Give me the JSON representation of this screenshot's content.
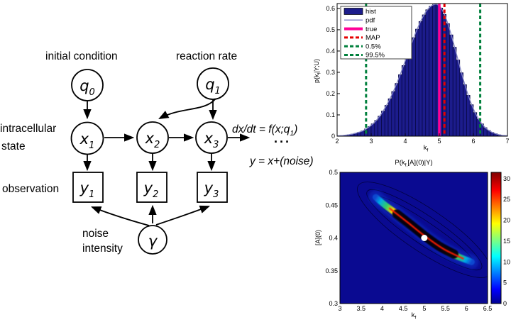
{
  "diagram": {
    "labels": {
      "initial_condition": "initial condition",
      "reaction_rate": "reaction rate",
      "intracellular": "intracellular",
      "state": "state",
      "observation": "observation",
      "noise": "noise",
      "intensity": "intensity",
      "ode_pre": "dx/dt = f(x;q",
      "ode_sub": "1",
      "ode_post": ")",
      "dots": "···",
      "observation_eq": "y = x+(noise)"
    },
    "nodes": [
      {
        "id": "q0",
        "main": "q",
        "sub": "0"
      },
      {
        "id": "q1",
        "main": "q",
        "sub": "1"
      },
      {
        "id": "x1",
        "main": "x",
        "sub": "1"
      },
      {
        "id": "x2",
        "main": "x",
        "sub": "2"
      },
      {
        "id": "x3",
        "main": "x",
        "sub": "3"
      },
      {
        "id": "y1",
        "main": "y",
        "sub": "1"
      },
      {
        "id": "y2",
        "main": "y",
        "sub": "2"
      },
      {
        "id": "y3",
        "main": "y",
        "sub": "3"
      },
      {
        "id": "gamma",
        "main": "γ",
        "sub": ""
      }
    ]
  },
  "chart_data": [
    {
      "type": "bar",
      "name": "marginal-posterior-histogram",
      "xlabel_pre": "k",
      "xlabel_sub": "f",
      "ylabel_pre": "p(k",
      "ylabel_sub": "f",
      "ylabel_post": "|Y;U)",
      "xlim": [
        2,
        7
      ],
      "ylim": [
        0,
        0.623
      ],
      "x_ticks": [
        2,
        3,
        4,
        5,
        6,
        7
      ],
      "x_tick_labels": [
        "2",
        "3",
        "4",
        "5",
        "6",
        "7"
      ],
      "y_ticks": [
        0,
        0.1,
        0.2,
        0.3,
        0.4,
        0.5,
        0.6
      ],
      "y_tick_labels": [
        "0",
        "0.1",
        "0.2",
        "0.3",
        "0.4",
        "0.5",
        "0.6"
      ],
      "bin_start": 2.0,
      "bin_width": 0.1,
      "bar_fill": "#1c1c8c",
      "bar_stroke": "#000030",
      "values": [
        0.002,
        0.003,
        0.005,
        0.007,
        0.01,
        0.014,
        0.019,
        0.025,
        0.034,
        0.045,
        0.058,
        0.074,
        0.094,
        0.118,
        0.145,
        0.176,
        0.21,
        0.248,
        0.289,
        0.332,
        0.376,
        0.42,
        0.463,
        0.503,
        0.539,
        0.57,
        0.594,
        0.61,
        0.619,
        0.618,
        0.602,
        0.572,
        0.529,
        0.476,
        0.418,
        0.358,
        0.298,
        0.242,
        0.192,
        0.148,
        0.111,
        0.081,
        0.058,
        0.04,
        0.027,
        0.018,
        0.012,
        0.007,
        0.004,
        0.003
      ],
      "pdf_color": "#8486c8",
      "vlines": [
        {
          "name": "true",
          "x": 5.0,
          "color": "#ff0096",
          "width": 3.5,
          "dash": ""
        },
        {
          "name": "MAP",
          "x": 5.15,
          "color": "#e60000",
          "width": 3,
          "dash": "5,3.5"
        },
        {
          "name": "quantile-0.5",
          "x": 2.85,
          "color": "#00803c",
          "width": 3,
          "dash": "5,3.5"
        },
        {
          "name": "quantile-99.5",
          "x": 6.2,
          "color": "#00803c",
          "width": 3,
          "dash": "5,3.5"
        }
      ],
      "legend": [
        {
          "label": "hist",
          "type": "fill",
          "color": "#1c1c8c"
        },
        {
          "label": "pdf",
          "type": "line",
          "color": "#8486c8"
        },
        {
          "label": "true",
          "type": "thick",
          "color": "#ff0096"
        },
        {
          "label": "MAP",
          "type": "dashed",
          "color": "#e60000"
        },
        {
          "label": "0.5%",
          "type": "dashed",
          "color": "#00803c"
        },
        {
          "label": "99.5%",
          "type": "dashed",
          "color": "#00803c"
        }
      ]
    },
    {
      "type": "heatmap",
      "name": "joint-posterior-heatmap",
      "title_pre": "P(k",
      "title_sub": "f,",
      "title_post": "[A](0)|Y)",
      "xlabel_pre": "k",
      "xlabel_sub": "f",
      "ylabel": "[A](0)",
      "xlim": [
        3,
        6.5
      ],
      "ylim": [
        0.3,
        0.5
      ],
      "x_ticks": [
        3,
        3.5,
        4,
        4.5,
        5,
        5.5,
        6,
        6.5
      ],
      "x_tick_labels": [
        "3",
        "3.5",
        "4",
        "4.5",
        "5",
        "5.5",
        "6",
        "6.5"
      ],
      "y_ticks": [
        0.3,
        0.35,
        0.4,
        0.45,
        0.5
      ],
      "y_tick_labels": [
        "0.3",
        "0.35",
        "0.4",
        "0.45",
        "0.5"
      ],
      "background": "#0a0a91",
      "map_point": {
        "x": 5.0,
        "y": 0.4
      },
      "ridge": {
        "points": [
          [
            3.85,
            0.462
          ],
          [
            4.05,
            0.451
          ],
          [
            4.3,
            0.439
          ],
          [
            4.55,
            0.4265
          ],
          [
            4.8,
            0.414
          ],
          [
            5.0,
            0.4035
          ],
          [
            5.25,
            0.392
          ],
          [
            5.5,
            0.3815
          ],
          [
            5.8,
            0.3715
          ],
          [
            6.12,
            0.3635
          ]
        ],
        "core_points": [
          [
            4.35,
            0.4365
          ],
          [
            4.7,
            0.419
          ],
          [
            5.0,
            0.4035
          ],
          [
            5.35,
            0.3875
          ],
          [
            5.7,
            0.3755
          ]
        ],
        "line_points": [
          [
            4.18,
            0.445
          ],
          [
            4.6,
            0.424
          ],
          [
            5.0,
            0.4035
          ],
          [
            5.45,
            0.3835
          ],
          [
            5.92,
            0.3685
          ]
        ],
        "glow_color": "#1030c8",
        "core_color": "#000008",
        "line_color": "#ff1c00",
        "gradient": [
          [
            0,
            "#0d47d0"
          ],
          [
            0.05,
            "#00a8e8"
          ],
          [
            0.12,
            "#33cc66"
          ],
          [
            0.19,
            "#ffd900"
          ],
          [
            0.27,
            "#ff7300"
          ],
          [
            0.34,
            "#ff1e00"
          ],
          [
            0.45,
            "#cc0000"
          ],
          [
            0.55,
            "#cc0000"
          ],
          [
            0.66,
            "#ff1e00"
          ],
          [
            0.73,
            "#ff7300"
          ],
          [
            0.81,
            "#ffd900"
          ],
          [
            0.88,
            "#33cc66"
          ],
          [
            0.95,
            "#00a8e8"
          ],
          [
            1,
            "#0d47d0"
          ]
        ]
      },
      "contours": {
        "center": [
          5.0,
          0.4124
        ],
        "angle": 34.0,
        "ellipses": [
          [
            112,
            30
          ],
          [
            97,
            20
          ],
          [
            83,
            12
          ]
        ],
        "color": "#000030"
      },
      "colorbar": {
        "min": 0,
        "max": 31.5,
        "ticks": [
          0,
          5,
          10,
          15,
          20,
          25,
          30
        ],
        "tick_labels": [
          "0",
          "5",
          "10",
          "15",
          "20",
          "25",
          "30"
        ],
        "gradient": [
          [
            0,
            "#7f0000"
          ],
          [
            0.14,
            "#ff0000"
          ],
          [
            0.39,
            "#ffff00"
          ],
          [
            0.64,
            "#00ffff"
          ],
          [
            0.89,
            "#0000ff"
          ],
          [
            1,
            "#00008f"
          ]
        ]
      }
    }
  ]
}
